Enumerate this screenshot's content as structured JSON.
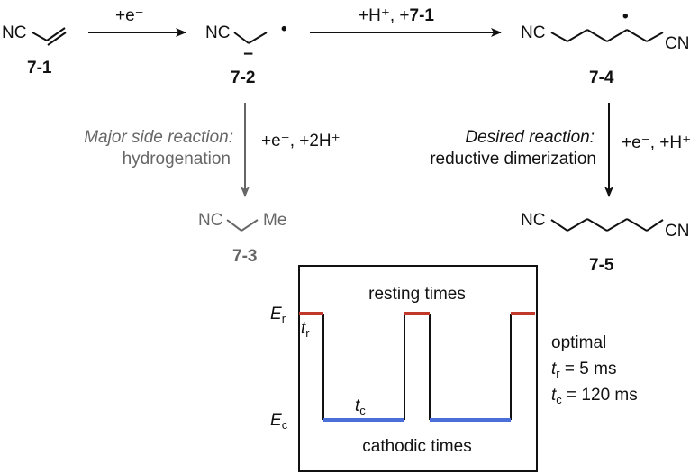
{
  "compounds": {
    "c1": {
      "group": "NC",
      "id": "7-1"
    },
    "c2": {
      "group": "NC",
      "charge": "−",
      "radical": "•",
      "id": "7-2"
    },
    "c3": {
      "group_left": "NC",
      "group_right": "Me",
      "id": "7-3"
    },
    "c4": {
      "group_left": "NC",
      "group_right": "CN",
      "radical": "•",
      "id": "7-4"
    },
    "c5": {
      "group_left": "NC",
      "group_right": "CN",
      "id": "7-5"
    }
  },
  "arrows": {
    "a1": {
      "reagent": "+e⁻"
    },
    "a2": {
      "reagent_prefix": "+H⁺, +",
      "reagent_bold": "7-1"
    },
    "a3": {
      "reagent": "+e⁻, +2H⁺",
      "title": "Major side reaction:",
      "subtitle": "hydrogenation"
    },
    "a4": {
      "reagent": "+e⁻, +H⁺",
      "title": "Desired reaction:",
      "subtitle": "reductive dimerization"
    }
  },
  "waveform": {
    "top_label": "resting times",
    "bottom_label": "cathodic times",
    "e_rest": {
      "main": "E",
      "sub": "r"
    },
    "e_cath": {
      "main": "E",
      "sub": "c"
    },
    "t_rest": {
      "main": "t",
      "sub": "r"
    },
    "t_cath": {
      "main": "t",
      "sub": "c"
    },
    "rest_color": "#c0392b",
    "cathodic_color": "#4a6fd8"
  },
  "optimal": {
    "heading": "optimal",
    "tr": {
      "main": "t",
      "sub": "r",
      "value": " = 5 ms"
    },
    "tc": {
      "main": "t",
      "sub": "c",
      "value": " = 120 ms"
    }
  }
}
